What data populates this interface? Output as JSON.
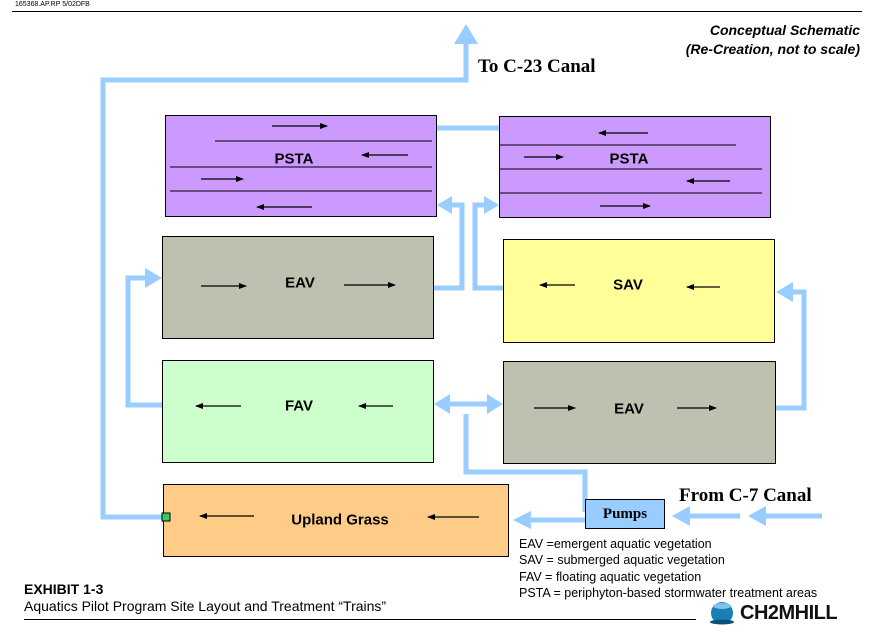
{
  "header": {
    "doc_id": "165368.AP.RP 5/02DFB",
    "schematic_line1": "Conceptual Schematic",
    "schematic_line2": "(Re-Creation, not to scale)"
  },
  "labels": {
    "to_canal": "To C-23 Canal",
    "from_canal": "From C-7 Canal",
    "pumps": "Pumps"
  },
  "cells": {
    "psta_left": "PSTA",
    "psta_right": "PSTA",
    "eav_left": "EAV",
    "sav": "SAV",
    "fav": "FAV",
    "eav_right": "EAV",
    "upland": "Upland Grass"
  },
  "colors": {
    "psta": "#cc99ff",
    "eav": "#c0c0b0",
    "sav": "#ffff99",
    "fav": "#ccffcc",
    "upland": "#ffcc88",
    "flow": "#99ccff",
    "pumps": "#99ccff",
    "node": "#33cc66"
  },
  "legend": [
    "EAV =emergent aquatic vegetation",
    "SAV = submerged aquatic vegetation",
    "FAV = floating aquatic vegetation",
    "PSTA = periphyton-based stormwater treatment areas"
  ],
  "footer": {
    "exhibit": "EXHIBIT 1-3",
    "subtitle": "Aquatics Pilot Program Site Layout and Treatment “Trains”",
    "logo": "CH2MHILL"
  }
}
